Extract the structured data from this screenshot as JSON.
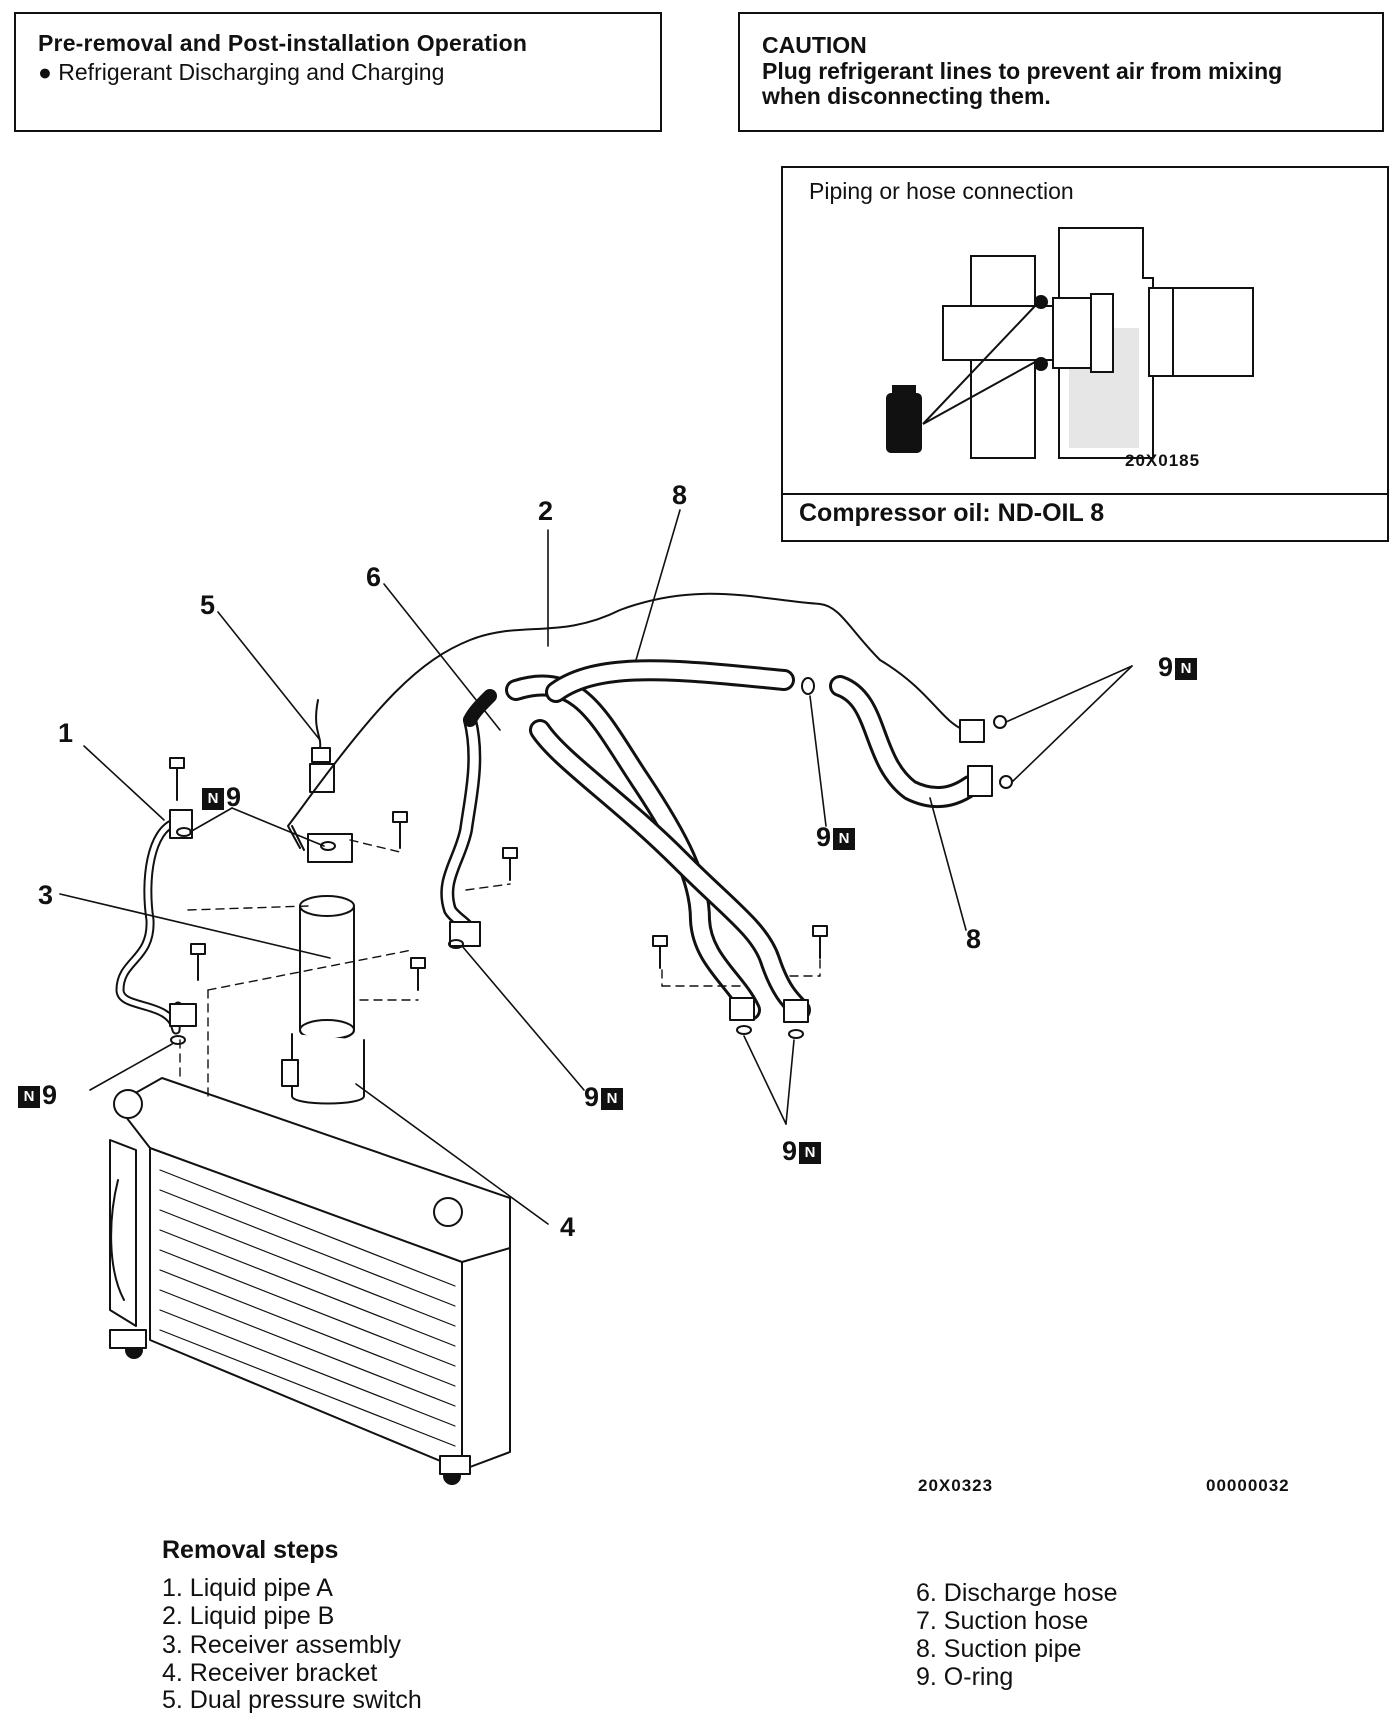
{
  "pre_box": {
    "title": "Pre-removal and Post-installation Operation",
    "bullet": "● Refrigerant Discharging and Charging"
  },
  "caution_box": {
    "title": "CAUTION",
    "line1": "Plug refrigerant lines to prevent air from mixing",
    "line2": "when disconnecting them."
  },
  "inset": {
    "title": "Piping or hose connection",
    "code": "20X0185",
    "oil": "Compressor oil: ND-OIL 8"
  },
  "callouts": {
    "c1": "1",
    "c2": "2",
    "c3": "3",
    "c4": "4",
    "c5": "5",
    "c6": "6",
    "c8a": "8",
    "c8b": "8",
    "n9_1": "9",
    "n9_2": "9",
    "n9_3": "9",
    "n9_4": "9",
    "n9_5": "9",
    "n9_6": "9",
    "n_mark": "N"
  },
  "codes": {
    "figure": "20X0323",
    "doc": "00000032"
  },
  "removal": {
    "title": "Removal steps",
    "steps": [
      "1. Liquid pipe A",
      "2. Liquid pipe B",
      "3. Receiver assembly",
      "4. Receiver bracket",
      "5. Dual pressure switch",
      "6. Discharge hose",
      "7. Suction hose",
      "8. Suction pipe",
      "9. O-ring"
    ]
  }
}
